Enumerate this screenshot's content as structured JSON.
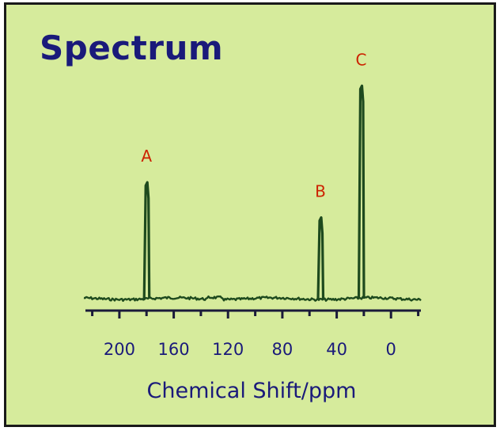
{
  "chart_data": {
    "type": "line",
    "title": "Spectrum",
    "xlabel": "Chemical Shift/ppm",
    "ylabel": "",
    "x_reversed": true,
    "xlim": [
      225,
      -22
    ],
    "ylim": [
      0,
      1
    ],
    "grid": false,
    "xticks": [
      200,
      160,
      120,
      80,
      40,
      0
    ],
    "peaks": [
      {
        "label": "A",
        "x": 180,
        "y": 0.53
      },
      {
        "label": "B",
        "x": 52,
        "y": 0.37
      },
      {
        "label": "C",
        "x": 22,
        "y": 0.97
      }
    ],
    "colors": {
      "background": "#d6eb9c",
      "trace": "#1e4a1e",
      "text": "#1a1a7a",
      "peak_label": "#cc2200"
    }
  }
}
